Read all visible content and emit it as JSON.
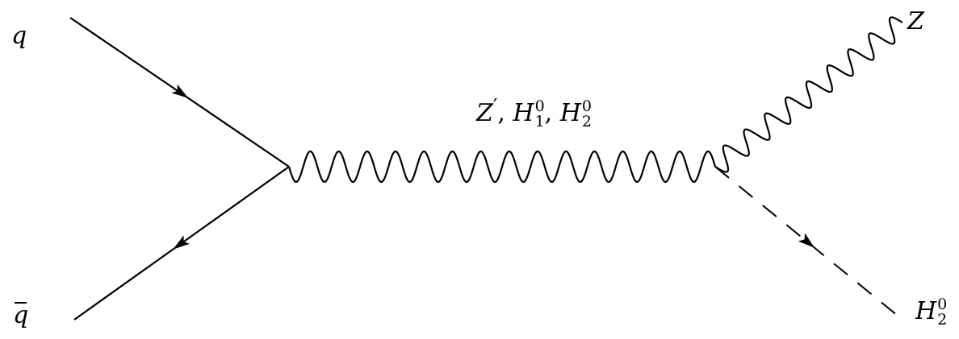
{
  "labels": {
    "quark": "q",
    "antiquark": "q",
    "propagator": {
      "p1": "Z",
      "p1_prime": "′",
      "sep1": ", ",
      "p2": "H",
      "p2_sup": "0",
      "p2_sub": "1",
      "sep2": ", ",
      "p3": "H",
      "p3_sup": "0",
      "p3_sub": "2"
    },
    "out_boson": "Z",
    "out_scalar": {
      "base": "H",
      "sup": "0",
      "sub": "2"
    }
  }
}
